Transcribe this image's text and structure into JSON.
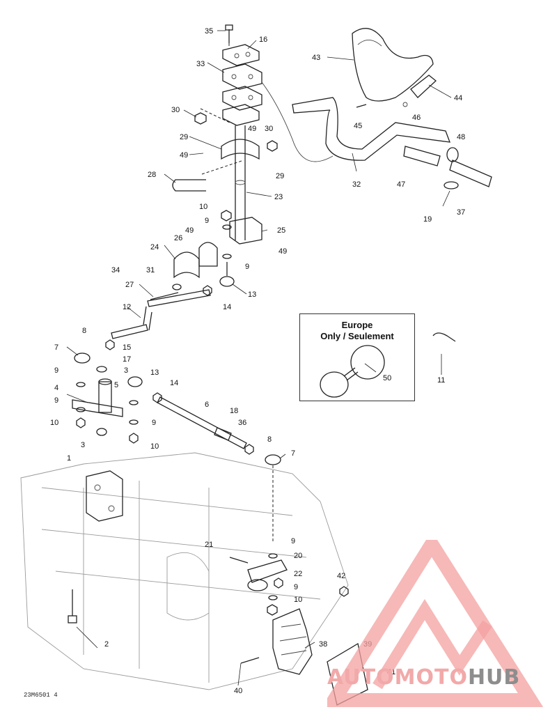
{
  "doc_code": "23M6501 4",
  "europe_box": {
    "title": "Europe\nOnly / Seulement"
  },
  "watermark": {
    "part1": "AUTOMOTO",
    "part2": "HUB",
    "color": "#f28b8b"
  },
  "callouts": [
    "35",
    "16",
    "33",
    "30",
    "29",
    "49",
    "30",
    "49",
    "29",
    "28",
    "23",
    "10",
    "9",
    "25",
    "49",
    "26",
    "24",
    "49",
    "9",
    "34",
    "31",
    "27",
    "13",
    "12",
    "14",
    "8",
    "15",
    "7",
    "17",
    "3",
    "9",
    "5",
    "13",
    "14",
    "4",
    "6",
    "9",
    "18",
    "36",
    "10",
    "9",
    "3",
    "10",
    "8",
    "7",
    "1",
    "21",
    "9",
    "20",
    "22",
    "9",
    "10",
    "42",
    "2",
    "38",
    "39",
    "40",
    "41",
    "43",
    "44",
    "45",
    "46",
    "32",
    "48",
    "47",
    "37",
    "19",
    "50",
    "11"
  ]
}
